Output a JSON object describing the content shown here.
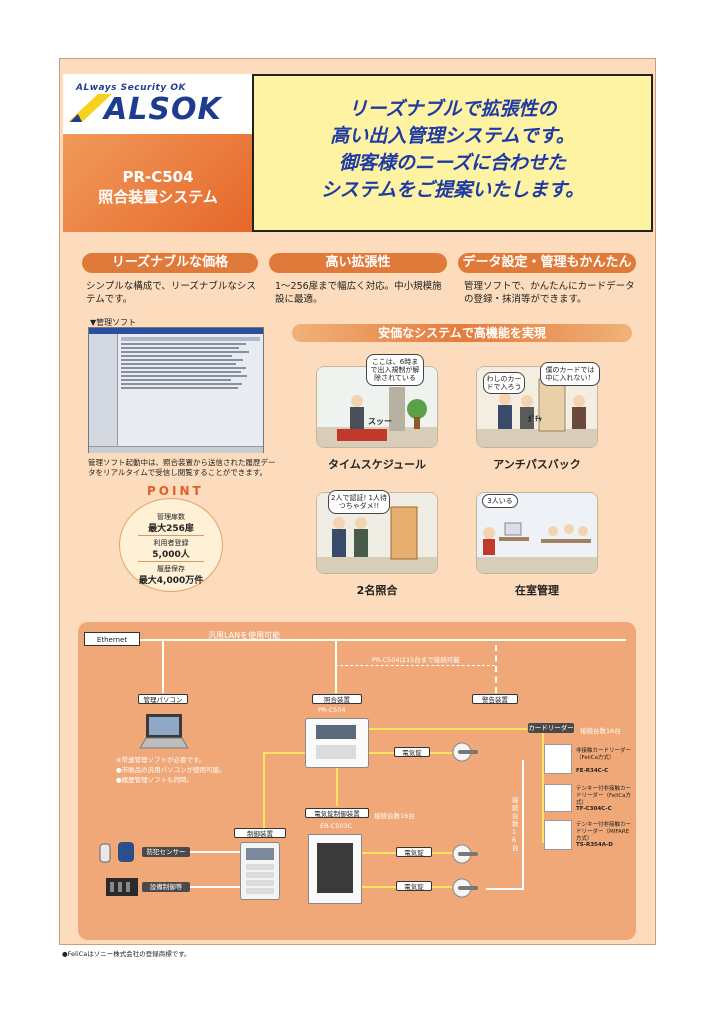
{
  "brand": {
    "tagline": "ALways Security OK",
    "logo_text": "ALSOK",
    "colors": {
      "navy": "#1d3b8f",
      "yellow": "#f6d21c",
      "orange": "#e6672a"
    }
  },
  "product": {
    "model": "PR-C504",
    "name": "照合装置システム"
  },
  "headline": [
    "リーズナブルで拡張性の",
    "高い出入管理システムです。",
    "御客様のニーズに合わせた",
    "システムをご提案いたします。"
  ],
  "features": [
    {
      "title": "リーズナブルな価格",
      "desc": "シンプルな構成で、リーズナブルなシステムです。"
    },
    {
      "title": "高い拡張性",
      "desc": "1～256扉まで幅広く対応。中小規模施設に最適。"
    },
    {
      "title": "データ設定・管理もかんたん",
      "desc": "管理ソフトで、かんたんにカードデータの登録・抹消等ができます。"
    }
  ],
  "software": {
    "label": "▼管理ソフト",
    "caption": "管理ソフト起動中は、照合装置から送信された履歴データをリアルタイムで受信し閲覧することができます。"
  },
  "banner": "安価なシステムで高機能を実現",
  "scenes": [
    {
      "caption": "タイムスケジュール",
      "bubble": "ここは、6時まで出入規制が解除されている",
      "sound": "スッー"
    },
    {
      "caption": "アンチパスバック",
      "bubble": "僕のカードでは中に入れない！",
      "bubble2": "わしのカードで入ろう",
      "bubble3": "ｶﾞﾁｬ"
    },
    {
      "caption": "2名照合",
      "bubble": "2人で認証! 1人待つちゃダメ!!"
    },
    {
      "caption": "在室管理",
      "bubble": "3人いる"
    }
  ],
  "point": {
    "title": "POINT",
    "items": [
      {
        "label": "管理扉数",
        "value": "最大256扉"
      },
      {
        "label": "利用者登録",
        "value": "5,000人"
      },
      {
        "label": "履歴保存",
        "value": "最大4,000万件"
      }
    ]
  },
  "system": {
    "ethernet": "Ethernet",
    "lan_label": "汎用LANを使用可能",
    "lan_note": "PR-C504は15台まで接続可能",
    "pc_label": "管理パソコン",
    "pc_notes": [
      "※常速管理ソフトが必要です。",
      "●市販品の汎用パソコンが使用可能。",
      "●履歴管理ソフトも同時。"
    ],
    "controller_label": "照合装置",
    "controller_model": "PR-C504",
    "alarm_label": "警告装置",
    "card_reader_label": "カードリーダー",
    "card_reader_note": "接続台数16台",
    "lock_label": "電気錠",
    "lock_controller_label": "電気錠制御装置",
    "lock_controller_note": "接続台数16台",
    "lock_controller_model": "ER-C503C",
    "control_label": "制御装置",
    "sensor_label": "防犯センサー",
    "equipment_label": "設備制御等",
    "vertical_note": "接続台数16台",
    "readers": [
      {
        "name": "非接触カードリーダー（FeliCa方式）",
        "model": "FE-R34C-C"
      },
      {
        "name": "テンキー付非接触カードリーダー（FeliCa方式）",
        "model": "TF-C304C-C"
      },
      {
        "name": "テンキー付非接触カードリーダー（MIFARE方式）",
        "model": "TS-R354A-D"
      }
    ]
  },
  "footer": "●FeliCaはソニー株式会社の登録商標です。"
}
